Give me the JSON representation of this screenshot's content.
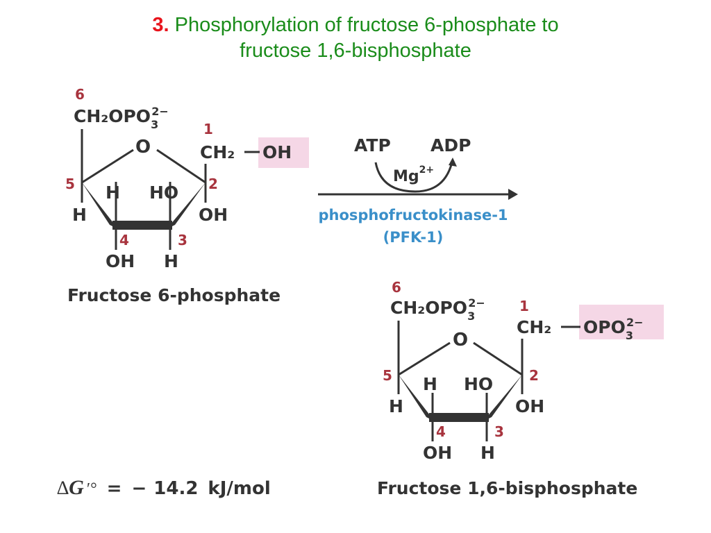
{
  "title": {
    "number": "3.",
    "line1": "Phosphorylation of fructose 6-phosphate to",
    "line2": "fructose 1,6-bisphosphate"
  },
  "colors": {
    "title_number": "#e8141c",
    "title_text": "#1a8c1a",
    "structure": "#333333",
    "carbon_numbers": "#a8343e",
    "enzyme": "#3a8fc9",
    "highlight": "#f5d7e6"
  },
  "f6p": {
    "name": "Fructose 6-phosphate",
    "c6_group": "CH₂OPO",
    "c6_sub": "3",
    "c6_sup": "2−",
    "ring_o": "O",
    "c1_group": "CH₂",
    "c1_sub_group": "OH",
    "c5_h": "H",
    "c5_inner_h": "H",
    "c2_inner": "HO",
    "c2_oh": "OH",
    "c4_oh": "OH",
    "c3_h": "H",
    "numbers": {
      "c1": "1",
      "c2": "2",
      "c3": "3",
      "c4": "4",
      "c5": "5",
      "c6": "6"
    }
  },
  "reaction": {
    "atp": "ATP",
    "adp": "ADP",
    "cofactor": "Mg",
    "cofactor_sup": "2+",
    "enzyme": "phosphofructokinase-1",
    "enzyme_abbr": "(PFK-1)"
  },
  "f16bp": {
    "name": "Fructose 1,6-bisphosphate",
    "c6_group": "CH₂OPO",
    "c6_sub": "3",
    "c6_sup": "2−",
    "ring_o": "O",
    "c1_group": "CH₂",
    "c1_sub_group": "OPO",
    "c1_sub_sub": "3",
    "c1_sub_sup": "2−",
    "c5_h": "H",
    "c5_inner_h": "H",
    "c2_inner": "HO",
    "c2_oh": "OH",
    "c4_oh": "OH",
    "c3_h": "H",
    "numbers": {
      "c1": "1",
      "c2": "2",
      "c3": "3",
      "c4": "4",
      "c5": "5",
      "c6": "6"
    }
  },
  "delta_g": {
    "symbol": "∆",
    "g": "G",
    "prime": "′°",
    "equals": "=",
    "sign": "−",
    "value": "14.2",
    "unit": "kJ/mol"
  }
}
